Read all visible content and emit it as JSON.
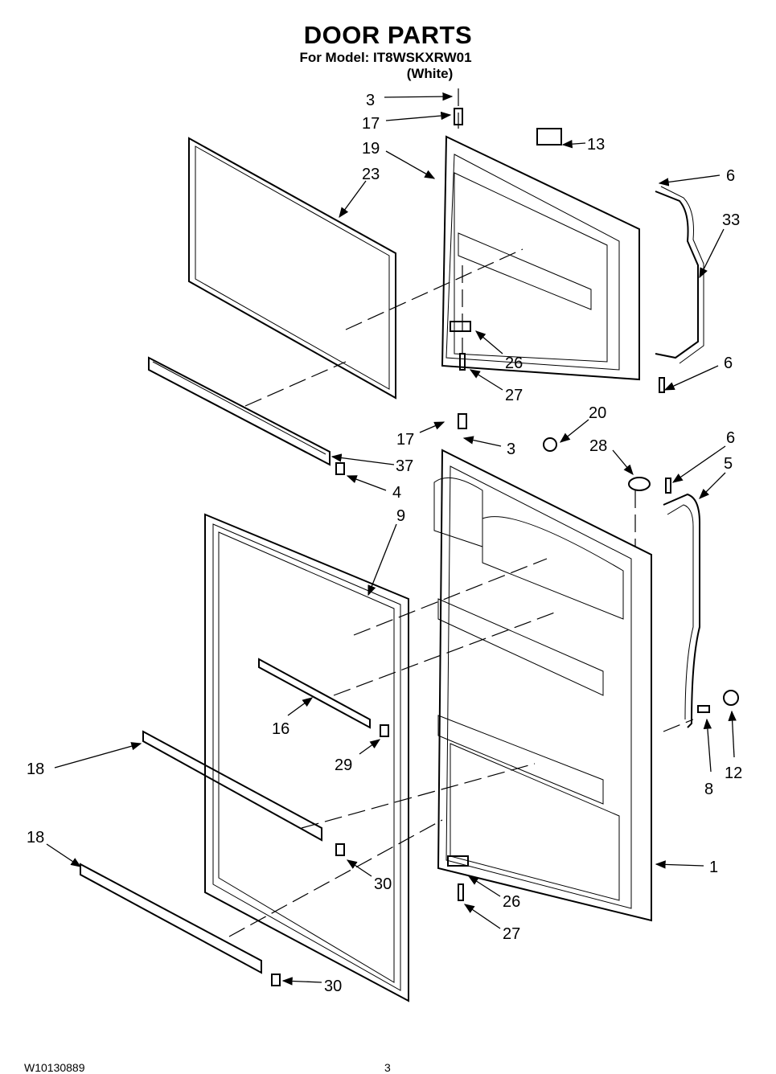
{
  "header": {
    "title": "DOOR PARTS",
    "model": "For Model: IT8WSKXRW01",
    "color": "(White)"
  },
  "footer": {
    "doc_number": "W10130889",
    "page": "3"
  },
  "callouts": [
    "3",
    "17",
    "13",
    "19",
    "23",
    "6",
    "33",
    "26",
    "27",
    "6",
    "20",
    "17",
    "3",
    "28",
    "6",
    "5",
    "37",
    "4",
    "9",
    "16",
    "29",
    "18",
    "8",
    "12",
    "18",
    "30",
    "1",
    "26",
    "27",
    "30"
  ]
}
